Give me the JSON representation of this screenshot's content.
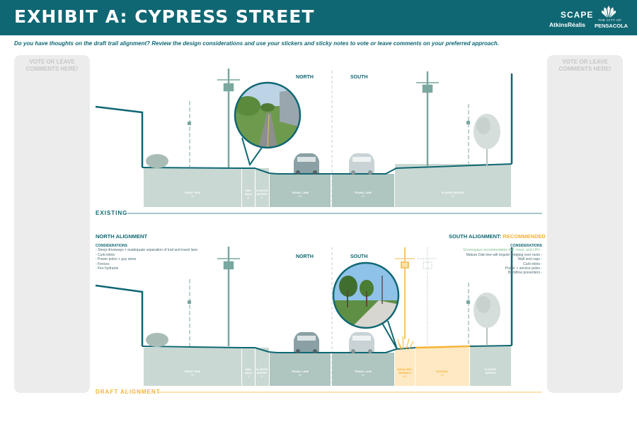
{
  "header": {
    "title": "EXHIBIT A: CYPRESS STREET",
    "brand_scape": "SCAPE",
    "brand_atkins": "AtkinsRéalis",
    "brand_city_small": "THE CITY OF",
    "brand_city": "PENSACOLA"
  },
  "instructions": "Do you have thoughts on the draft trail alignment? Review the design considerations and use your stickers and sticky notes to vote or leave comments on your preferred approach.",
  "side_panels": {
    "left": "VOTE OR LEAVE\nCOMMENTS HERE!",
    "right": "VOTE OR LEAVE\nCOMMENTS HERE!"
  },
  "existing": {
    "north_label": "NORTH",
    "south_label": "SOUTH",
    "section_label": "EXISTING",
    "zones": [
      {
        "name": "FRONT YARD",
        "width": "20'"
      },
      {
        "name": "SIDE-\nWALK",
        "width": "6'"
      },
      {
        "name": "PLANTED\nBUFFER",
        "width": "5'"
      },
      {
        "name": "TRAVEL LANE",
        "width": "10'"
      },
      {
        "name": "TRAVEL LANE",
        "width": "10'"
      },
      {
        "name": "PLANTED BUFFER",
        "width": "24'"
      }
    ]
  },
  "alternatives": {
    "north_title": "NORTH ALIGNMENT",
    "south_title_prefix": "SOUTH ALIGNMENT:",
    "south_title_rec": "RECOMMENDED",
    "north_considerations": {
      "heading": "CONSIDERATIONS",
      "items": [
        "- Steep driveways + inadequate separation of trail and travel lane",
        "- Curb inlets",
        "- Power poles + guy wires",
        "- Fences",
        "- Fire hydrants"
      ]
    },
    "south_considerations": {
      "heading": "CONSIDERATIONS",
      "items": [
        "Greenspace accommodates trail, trees, and LIPs -",
        "Mature Oak tree will require bridging over roots -",
        "Wall end caps -",
        "Curb inlets -",
        "Power + service poles -",
        "Backflow preventers -"
      ]
    }
  },
  "draft": {
    "north_label": "NORTH",
    "south_label": "SOUTH",
    "section_label": "DRAFT ALIGNMENT",
    "zones": [
      {
        "name": "FRONT YARD",
        "width": "20'"
      },
      {
        "name": "SIDE-\nWALK",
        "width": "6'"
      },
      {
        "name": "PLANTED\nBUFFER",
        "width": "5'"
      },
      {
        "name": "TRAVEL LANE",
        "width": "10'"
      },
      {
        "name": "TRAVEL LANE",
        "width": "10'"
      },
      {
        "name": "SHOULDER /\nSIDEWALK",
        "width": "4.5'"
      },
      {
        "name": "SUNTRAIL",
        "width": "12'"
      },
      {
        "name": "PLANTED\nBUFFER",
        "width": ""
      }
    ]
  },
  "colors": {
    "header_bg": "#0f6773",
    "teal": "#0f6773",
    "zone_fill": "#c9d8d2",
    "zone_dark": "#afc5bf",
    "highlight": "#f5b335",
    "highlight_fill": "#fde9c3"
  }
}
